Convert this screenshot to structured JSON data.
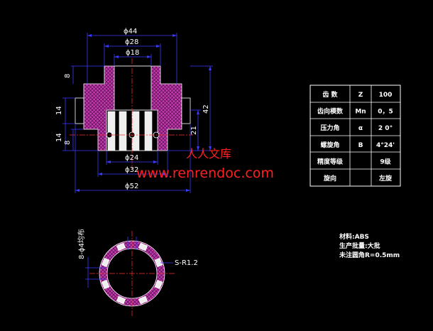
{
  "dimensions": {
    "d44": "ϕ44",
    "d28": "ϕ28",
    "d18": "ϕ18",
    "d24": "ϕ24",
    "d32": "ϕ32",
    "d52": "ϕ52",
    "h8_top": "8",
    "h14_a": "14",
    "h14_b": "14",
    "h8_bot": "8",
    "h21": "21",
    "h42": "42",
    "slot": "8-ϕ4均布",
    "radius": "S-R1.2"
  },
  "watermark": {
    "line1": "人人文库",
    "line2": "www.renrendoc.com"
  },
  "spec_table": [
    [
      "齿 数",
      "Z",
      "100"
    ],
    [
      "齿向模数",
      "Mn",
      "0，5"
    ],
    [
      "压力角",
      "α",
      "2 0°"
    ],
    [
      "螺旋角",
      "B",
      "4°24'"
    ],
    [
      "精度等级",
      "",
      "9级"
    ],
    [
      "旋向",
      "",
      "左旋"
    ]
  ],
  "notes": [
    "材料:ABS",
    "生产批量:大批",
    "未注圆角R=0.5mm"
  ],
  "colors": {
    "background": "#000000",
    "hatch": "#c83ab4",
    "dimension": "#3a3aff",
    "centerline": "#ff3030",
    "outline": "#ffffff",
    "watermark": "#ff2020"
  }
}
